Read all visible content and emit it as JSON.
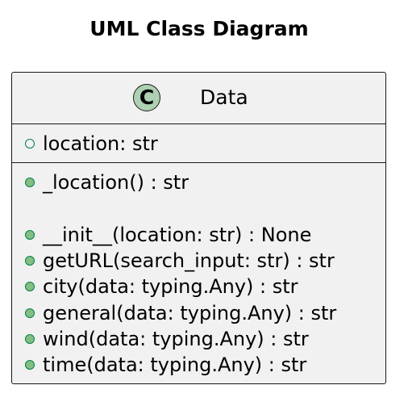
{
  "title": "UML Class Diagram",
  "class": {
    "stereotype_letter": "C",
    "name": "Data",
    "fields": [
      {
        "visibility": "public",
        "text": "location: str"
      }
    ],
    "methods": [
      {
        "visibility": "public",
        "text": "_location() : str"
      },
      {
        "visibility": "public",
        "text": "__init__(location: str) : None"
      },
      {
        "visibility": "public",
        "text": "getURL(search_input: str) : str"
      },
      {
        "visibility": "public",
        "text": "city(data: typing.Any) : str"
      },
      {
        "visibility": "public",
        "text": "general(data: typing.Any) : str"
      },
      {
        "visibility": "public",
        "text": "wind(data: typing.Any) : str"
      },
      {
        "visibility": "public",
        "text": "time(data: typing.Any) : str"
      }
    ]
  },
  "colors": {
    "class_fill": "#f1f1f1",
    "stereotype_fill": "#add1b2",
    "visibility_public": "#038048",
    "method_marker_fill": "#84be84",
    "border": "#181818"
  }
}
